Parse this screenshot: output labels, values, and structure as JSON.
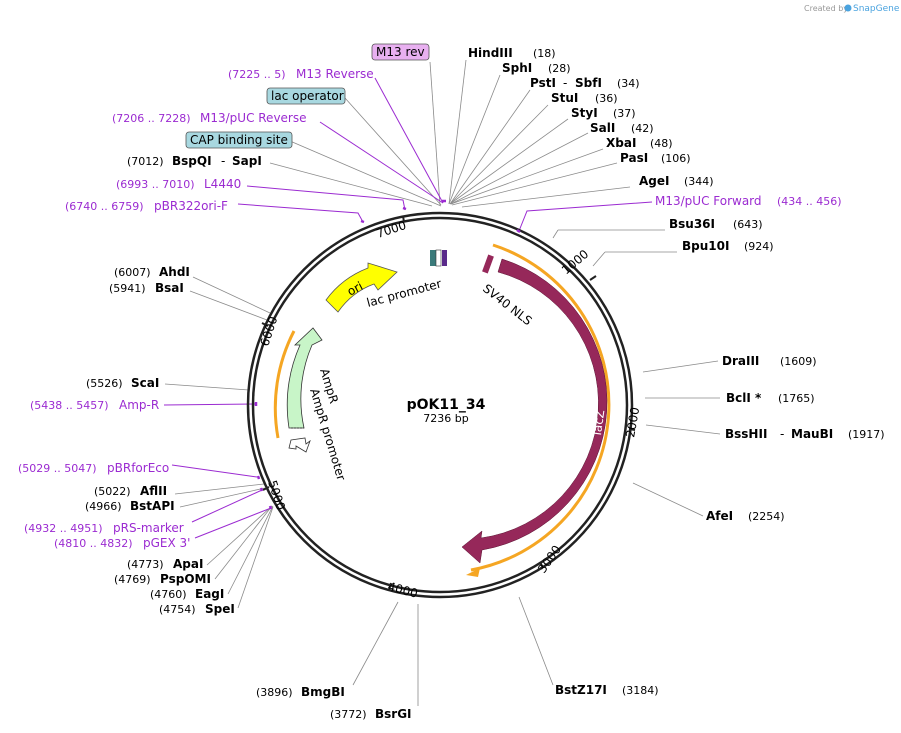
{
  "watermark": "Created by",
  "watermark_brand": "SnapGene",
  "plasmid": {
    "name": "pOK11_34",
    "size_label": "7236 bp",
    "length": 7236
  },
  "ticks": [
    "1000",
    "2000",
    "3000",
    "4000",
    "5000",
    "6000",
    "7000"
  ],
  "colors": {
    "primer": "#9b2bd1",
    "lacz": "#96285a",
    "orange": "#f5a623",
    "ori": "#ffff00",
    "ampr": "#c8f5c8",
    "lacop": "#a8d8e0",
    "m13rev": "#e8b0f0"
  },
  "features": {
    "lacz": "lacZ",
    "sv40": "SV40 NLS",
    "ori": "ori",
    "lac_promoter": "lac promoter",
    "ampr": "AmpR",
    "ampr_promoter": "AmpR promoter"
  },
  "boxed": {
    "m13rev": "M13 rev",
    "lacop": "lac operator",
    "cap": "CAP binding site"
  },
  "sites_right": [
    {
      "name": "HindIII",
      "pos": "(18)"
    },
    {
      "name": "SphI",
      "pos": "(28)"
    },
    {
      "name": "PstI",
      "name2": "SbfI",
      "pos": "(34)"
    },
    {
      "name": "StuI",
      "pos": "(36)"
    },
    {
      "name": "StyI",
      "pos": "(37)"
    },
    {
      "name": "SalI",
      "pos": "(42)"
    },
    {
      "name": "XbaI",
      "pos": "(48)"
    },
    {
      "name": "PasI",
      "pos": "(106)"
    },
    {
      "name": "AgeI",
      "pos": "(344)"
    },
    {
      "name": "Bsu36I",
      "pos": "(643)"
    },
    {
      "name": "Bpu10I",
      "pos": "(924)"
    },
    {
      "name": "DraIII",
      "pos": "(1609)"
    },
    {
      "name": "BclI *",
      "pos": "(1765)"
    },
    {
      "name": "BssHII",
      "name2": "MauBI",
      "pos": "(1917)"
    },
    {
      "name": "AfeI",
      "pos": "(2254)"
    },
    {
      "name": "BstZ17I",
      "pos": "(3184)"
    },
    {
      "name": "BsrGI",
      "pos": "(3772)"
    },
    {
      "name": "BmgBI",
      "pos": "(3896)"
    }
  ],
  "sites_left": [
    {
      "name": "BspQI",
      "name2": "SapI",
      "pos": "(7012)"
    },
    {
      "name": "AhdI",
      "pos": "(6007)"
    },
    {
      "name": "BsaI",
      "pos": "(5941)"
    },
    {
      "name": "ScaI",
      "pos": "(5526)"
    },
    {
      "name": "AflII",
      "pos": "(5022)"
    },
    {
      "name": "BstAPI",
      "pos": "(4966)"
    },
    {
      "name": "ApaI",
      "pos": "(4773)"
    },
    {
      "name": "PspOMI",
      "pos": "(4769)"
    },
    {
      "name": "EagI",
      "pos": "(4760)"
    },
    {
      "name": "SpeI",
      "pos": "(4754)"
    }
  ],
  "primers": [
    {
      "name": "M13 Reverse",
      "range": "(7225 .. 5)"
    },
    {
      "name": "M13/pUC Reverse",
      "range": "(7206 .. 7228)"
    },
    {
      "name": "L4440",
      "range": "(6993 .. 7010)"
    },
    {
      "name": "pBR322ori-F",
      "range": "(6740 .. 6759)"
    },
    {
      "name": "Amp-R",
      "range": "(5438 .. 5457)"
    },
    {
      "name": "pBRforEco",
      "range": "(5029 .. 5047)"
    },
    {
      "name": "pRS-marker",
      "range": "(4932 .. 4951)"
    },
    {
      "name": "pGEX 3'",
      "range": "(4810 .. 4832)"
    },
    {
      "name": "M13/pUC Forward",
      "range": "(434 .. 456)"
    }
  ]
}
